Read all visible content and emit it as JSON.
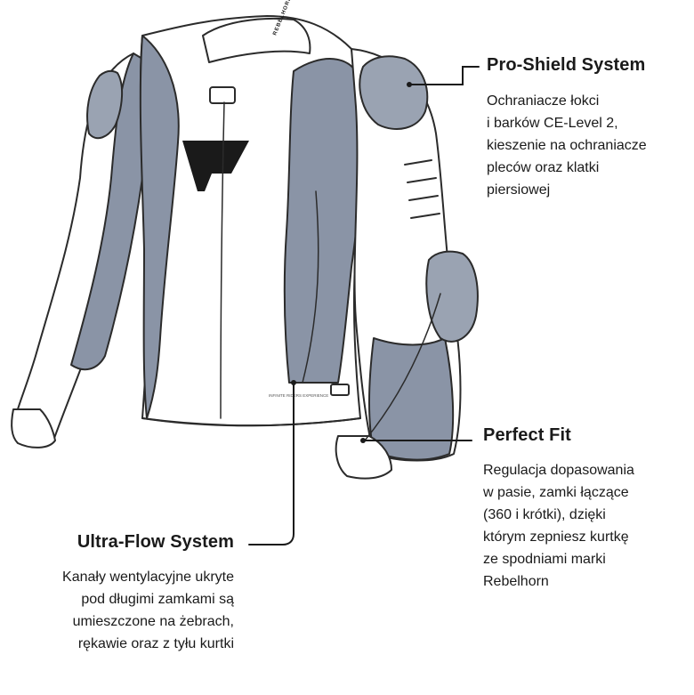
{
  "jacket_label": "REBELHORN",
  "jacket_tag": "INFINITE RIDERS EXPERIENCE",
  "colors": {
    "primary_gray": "#8a94a6",
    "pad_gray": "#9aa3b2",
    "outline": "#2b2b2b",
    "text": "#1a1a1a"
  },
  "callouts": {
    "pro_shield": {
      "title": "Pro-Shield System",
      "lines": [
        "Ochraniacze łokci",
        "i barków CE-Level 2,",
        "kieszenie na ochraniacze",
        "pleców oraz klatki",
        "piersiowej"
      ]
    },
    "perfect_fit": {
      "title": "Perfect Fit",
      "lines": [
        "Regulacja dopasowania",
        "w pasie, zamki łączące",
        "(360 i krótki), dzięki",
        "którym zepniesz kurtkę",
        "ze spodniami marki",
        "Rebelhorn"
      ]
    },
    "ultra_flow": {
      "title": "Ultra-Flow System",
      "lines": [
        "Kanały wentylacyjne ukryte",
        "pod długimi zamkami są",
        "umieszczone na żebrach,",
        "rękawie oraz z tyłu kurtki"
      ]
    }
  }
}
